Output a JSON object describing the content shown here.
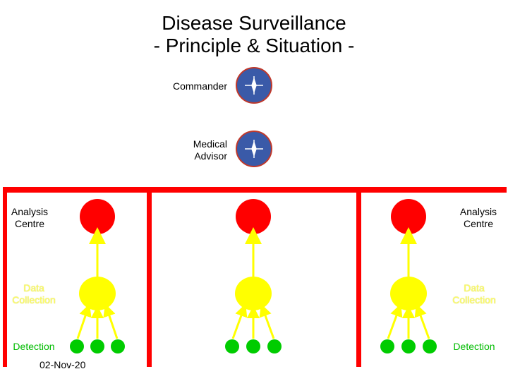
{
  "title": {
    "line1": "Disease Surveillance",
    "line2": "- Principle & Situation -"
  },
  "nodes": {
    "commander": "Commander",
    "medical_advisor_line1": "Medical",
    "medical_advisor_line2": "Advisor",
    "analysis_centre_line1": "Analysis",
    "analysis_centre_line2": "Centre",
    "data_collection_line1": "Data",
    "data_collection_line2": "Collection",
    "detection": "Detection"
  },
  "footer": {
    "date": "02-Nov-20"
  },
  "colors": {
    "emblem": "#3a5aa8",
    "analysis": "#ff0000",
    "data_collection": "#ffff00",
    "detection": "#00cc00",
    "frame": "#ff0000"
  },
  "icons": {
    "emblem": "nato-compass-icon"
  }
}
